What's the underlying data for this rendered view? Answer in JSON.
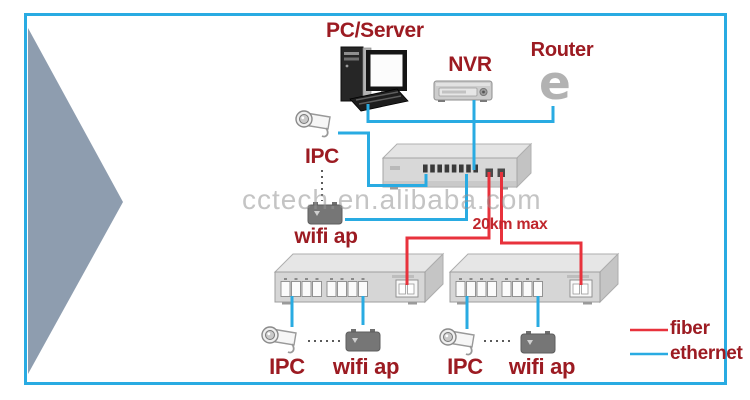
{
  "diagram": {
    "title_watermark": "cctech.en.alibaba.com",
    "watermark": "cctech.en.alibaba.com",
    "labels": {
      "pc_server": "PC/Server",
      "nvr": "NVR",
      "router": "Router",
      "ipc_top": "IPC",
      "wifi_ap_mid": "wifi ap",
      "distance": "20km max",
      "ipc_left": "IPC",
      "wifi_ap_left": "wifi ap",
      "ipc_right": "IPC",
      "wifi_ap_right": "wifi ap"
    },
    "legend": [
      {
        "label": "fiber",
        "color": "#e8323c"
      },
      {
        "label": "ethernet",
        "color": "#29abe2"
      }
    ],
    "icons": {
      "router_glyph": "e",
      "pc_server_icon": "desktop-computer",
      "nvr_icon": "rack-recorder",
      "ipc_icon": "bullet-camera",
      "wifi_ap_icon": "access-point",
      "switch_icon": "ethernet-switch"
    },
    "colors": {
      "fiber_line": "#e8323c",
      "ethernet_line": "#29abe2",
      "label_text": "#9c1b22",
      "frame_border": "#29abe2",
      "arrow_graphic": "#8e9daf",
      "watermark_gray": "#c6c6c6"
    }
  }
}
